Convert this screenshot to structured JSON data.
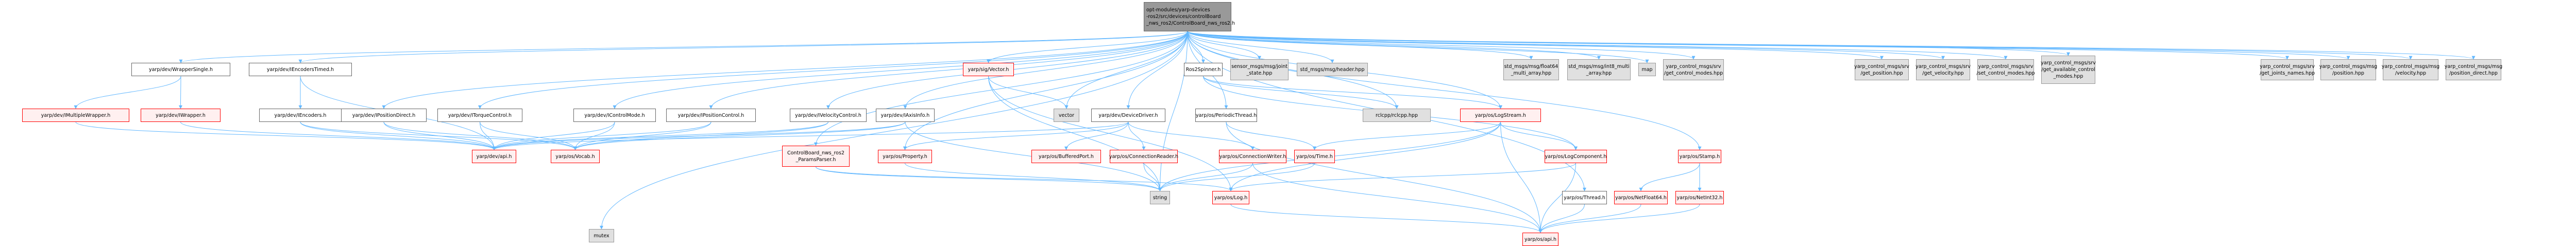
{
  "graph": {
    "title": "opt-modules/yarp-devices-ros2/src/devices/controlBoard_nws_ros2/ControlBoard_nws_ros2.h include dependency graph",
    "edge_color": "#63b8ff",
    "legend_colors": {
      "root": "#999999",
      "documented": "#ffffff",
      "incomplete": "#fff0f0",
      "external": "#e0e0e0"
    },
    "nodes": [
      {
        "id": "root",
        "label": "opt-modules/yarp-devices\n-ros2/src/devices/controlBoard\n_nws_ros2/ControlBoard_nws_ros2.h",
        "kind": "root"
      },
      {
        "id": "wrapper_single",
        "label": "yarp/dev/WrapperSingle.h",
        "kind": "plain"
      },
      {
        "id": "imultiple_wrapper",
        "label": "yarp/dev/IMultipleWrapper.h",
        "kind": "red"
      },
      {
        "id": "iwrapper",
        "label": "yarp/dev/IWrapper.h",
        "kind": "red"
      },
      {
        "id": "iencoders_timed",
        "label": "yarp/dev/IEncodersTimed.h",
        "kind": "plain"
      },
      {
        "id": "iencoders",
        "label": "yarp/dev/IEncoders.h",
        "kind": "plain"
      },
      {
        "id": "iposition_direct",
        "label": "yarp/dev/IPositionDirect.h",
        "kind": "plain"
      },
      {
        "id": "itorque_control",
        "label": "yarp/dev/ITorqueControl.h",
        "kind": "plain"
      },
      {
        "id": "icontrol_mode",
        "label": "yarp/dev/IControlMode.h",
        "kind": "plain"
      },
      {
        "id": "iposition_control",
        "label": "yarp/dev/IPositionControl.h",
        "kind": "plain"
      },
      {
        "id": "ivelocity_control",
        "label": "yarp/dev/IVelocityControl.h",
        "kind": "plain"
      },
      {
        "id": "iaxis_info",
        "label": "yarp/dev/IAxisInfo.h",
        "kind": "plain"
      },
      {
        "id": "dev_api",
        "label": "yarp/dev/api.h",
        "kind": "red"
      },
      {
        "id": "vocab",
        "label": "yarp/os/Vocab.h",
        "kind": "red"
      },
      {
        "id": "mutex",
        "label": "mutex",
        "kind": "grey"
      },
      {
        "id": "params_parser",
        "label": "ControlBoard_nws_ros2\n_ParamsParser.h",
        "kind": "red"
      },
      {
        "id": "sig_vector",
        "label": "yarp/sig/Vector.h",
        "kind": "red"
      },
      {
        "id": "vector",
        "label": "vector",
        "kind": "grey"
      },
      {
        "id": "device_driver",
        "label": "yarp/dev/DeviceDriver.h",
        "kind": "plain"
      },
      {
        "id": "property",
        "label": "yarp/os/Property.h",
        "kind": "red"
      },
      {
        "id": "buffered_port",
        "label": "yarp/os/BufferedPort.h",
        "kind": "red"
      },
      {
        "id": "connection_reader",
        "label": "yarp/os/ConnectionReader.h",
        "kind": "red"
      },
      {
        "id": "connection_writer",
        "label": "yarp/os/ConnectionWriter.h",
        "kind": "red"
      },
      {
        "id": "string",
        "label": "string",
        "kind": "grey"
      },
      {
        "id": "log",
        "label": "yarp/os/Log.h",
        "kind": "red"
      },
      {
        "id": "ros2_spinner",
        "label": "Ros2Spinner.h",
        "kind": "plain"
      },
      {
        "id": "periodic_thread",
        "label": "yarp/os/PeriodicThread.h",
        "kind": "plain"
      },
      {
        "id": "rclcpp",
        "label": "rclcpp/rclcpp.hpp",
        "kind": "grey"
      },
      {
        "id": "log_stream",
        "label": "yarp/os/LogStream.h",
        "kind": "red"
      },
      {
        "id": "time",
        "label": "yarp/os/Time.h",
        "kind": "red"
      },
      {
        "id": "log_component",
        "label": "yarp/os/LogComponent.h",
        "kind": "red"
      },
      {
        "id": "thread",
        "label": "yarp/os/Thread.h",
        "kind": "plain"
      },
      {
        "id": "os_api",
        "label": "yarp/os/api.h",
        "kind": "red"
      },
      {
        "id": "stamp",
        "label": "yarp/os/Stamp.h",
        "kind": "red"
      },
      {
        "id": "net_float64",
        "label": "yarp/os/NetFloat64.h",
        "kind": "red"
      },
      {
        "id": "net_int32",
        "label": "yarp/os/NetInt32.h",
        "kind": "red"
      },
      {
        "id": "joint_state",
        "label": "sensor_msgs/msg/joint\n_state.hpp",
        "kind": "grey"
      },
      {
        "id": "header",
        "label": "std_msgs/msg/header.hpp",
        "kind": "grey"
      },
      {
        "id": "float64_multi",
        "label": "std_msgs/msg/float64\n_multi_array.hpp",
        "kind": "grey"
      },
      {
        "id": "int8_multi",
        "label": "std_msgs/msg/int8_multi\n_array.hpp",
        "kind": "grey"
      },
      {
        "id": "map",
        "label": "map",
        "kind": "grey"
      },
      {
        "id": "get_control_modes",
        "label": "yarp_control_msgs/srv\n/get_control_modes.hpp",
        "kind": "grey"
      },
      {
        "id": "get_position",
        "label": "yarp_control_msgs/srv\n/get_position.hpp",
        "kind": "grey"
      },
      {
        "id": "get_velocity",
        "label": "yarp_control_msgs/srv\n/get_velocity.hpp",
        "kind": "grey"
      },
      {
        "id": "set_control_modes",
        "label": "yarp_control_msgs/srv\n/set_control_modes.hpp",
        "kind": "grey"
      },
      {
        "id": "get_available_control_modes",
        "label": "yarp_control_msgs/srv\n/get_available_control\n_modes.hpp",
        "kind": "grey"
      },
      {
        "id": "get_joints_names",
        "label": "yarp_control_msgs/srv\n/get_joints_names.hpp",
        "kind": "grey"
      },
      {
        "id": "msg_position",
        "label": "yarp_control_msgs/msg\n/position.hpp",
        "kind": "grey"
      },
      {
        "id": "msg_velocity",
        "label": "yarp_control_msgs/msg\n/velocity.hpp",
        "kind": "grey"
      },
      {
        "id": "msg_position_direct",
        "label": "yarp_control_msgs/msg\n/position_direct.hpp",
        "kind": "grey"
      }
    ],
    "edges": [
      [
        "root",
        "wrapper_single"
      ],
      [
        "root",
        "iencoders_timed"
      ],
      [
        "root",
        "iposition_direct"
      ],
      [
        "root",
        "itorque_control"
      ],
      [
        "root",
        "icontrol_mode"
      ],
      [
        "root",
        "iposition_control"
      ],
      [
        "root",
        "ivelocity_control"
      ],
      [
        "root",
        "iaxis_info"
      ],
      [
        "root",
        "sig_vector"
      ],
      [
        "root",
        "vector"
      ],
      [
        "root",
        "device_driver"
      ],
      [
        "root",
        "params_parser"
      ],
      [
        "root",
        "property"
      ],
      [
        "root",
        "mutex"
      ],
      [
        "root",
        "string"
      ],
      [
        "root",
        "ros2_spinner"
      ],
      [
        "root",
        "periodic_thread"
      ],
      [
        "root",
        "rclcpp"
      ],
      [
        "root",
        "log_stream"
      ],
      [
        "root",
        "joint_state"
      ],
      [
        "root",
        "header"
      ],
      [
        "root",
        "float64_multi"
      ],
      [
        "root",
        "int8_multi"
      ],
      [
        "root",
        "map"
      ],
      [
        "root",
        "get_control_modes"
      ],
      [
        "root",
        "get_position"
      ],
      [
        "root",
        "get_velocity"
      ],
      [
        "root",
        "set_control_modes"
      ],
      [
        "root",
        "get_available_control_modes"
      ],
      [
        "root",
        "get_joints_names"
      ],
      [
        "root",
        "msg_position"
      ],
      [
        "root",
        "msg_velocity"
      ],
      [
        "root",
        "msg_position_direct"
      ],
      [
        "root",
        "stamp"
      ],
      [
        "wrapper_single",
        "imultiple_wrapper"
      ],
      [
        "wrapper_single",
        "iwrapper"
      ],
      [
        "imultiple_wrapper",
        "dev_api"
      ],
      [
        "iwrapper",
        "dev_api"
      ],
      [
        "iencoders_timed",
        "iencoders"
      ],
      [
        "iencoders_timed",
        "dev_api"
      ],
      [
        "iencoders",
        "dev_api"
      ],
      [
        "iencoders",
        "vocab"
      ],
      [
        "iposition_direct",
        "dev_api"
      ],
      [
        "iposition_direct",
        "vocab"
      ],
      [
        "itorque_control",
        "dev_api"
      ],
      [
        "itorque_control",
        "vocab"
      ],
      [
        "icontrol_mode",
        "dev_api"
      ],
      [
        "icontrol_mode",
        "vocab"
      ],
      [
        "iposition_control",
        "dev_api"
      ],
      [
        "iposition_control",
        "vocab"
      ],
      [
        "ivelocity_control",
        "dev_api"
      ],
      [
        "ivelocity_control",
        "vocab"
      ],
      [
        "iaxis_info",
        "dev_api"
      ],
      [
        "iaxis_info",
        "vocab"
      ],
      [
        "iaxis_info",
        "string"
      ],
      [
        "params_parser",
        "string"
      ],
      [
        "params_parser",
        "log"
      ],
      [
        "sig_vector",
        "vector"
      ],
      [
        "sig_vector",
        "string"
      ],
      [
        "sig_vector",
        "log"
      ],
      [
        "device_driver",
        "property"
      ],
      [
        "device_driver",
        "buffered_port"
      ],
      [
        "device_driver",
        "connection_reader"
      ],
      [
        "device_driver",
        "connection_writer"
      ],
      [
        "device_driver",
        "dev_api"
      ],
      [
        "property",
        "string"
      ],
      [
        "connection_reader",
        "string"
      ],
      [
        "connection_writer",
        "string"
      ],
      [
        "connection_writer",
        "os_api"
      ],
      [
        "ros2_spinner",
        "rclcpp"
      ],
      [
        "ros2_spinner",
        "log_stream"
      ],
      [
        "ros2_spinner",
        "log_component"
      ],
      [
        "periodic_thread",
        "time"
      ],
      [
        "periodic_thread",
        "os_api"
      ],
      [
        "log_stream",
        "time"
      ],
      [
        "log_stream",
        "log"
      ],
      [
        "log_stream",
        "string"
      ],
      [
        "log_stream",
        "log_component"
      ],
      [
        "log_stream",
        "os_api"
      ],
      [
        "time",
        "string"
      ],
      [
        "log",
        "os_api"
      ],
      [
        "log_component",
        "log"
      ],
      [
        "log_component",
        "os_api"
      ],
      [
        "root",
        "thread"
      ],
      [
        "thread",
        "os_api"
      ],
      [
        "stamp",
        "net_float64"
      ],
      [
        "stamp",
        "net_int32"
      ],
      [
        "net_float64",
        "os_api"
      ],
      [
        "net_int32",
        "os_api"
      ]
    ]
  }
}
